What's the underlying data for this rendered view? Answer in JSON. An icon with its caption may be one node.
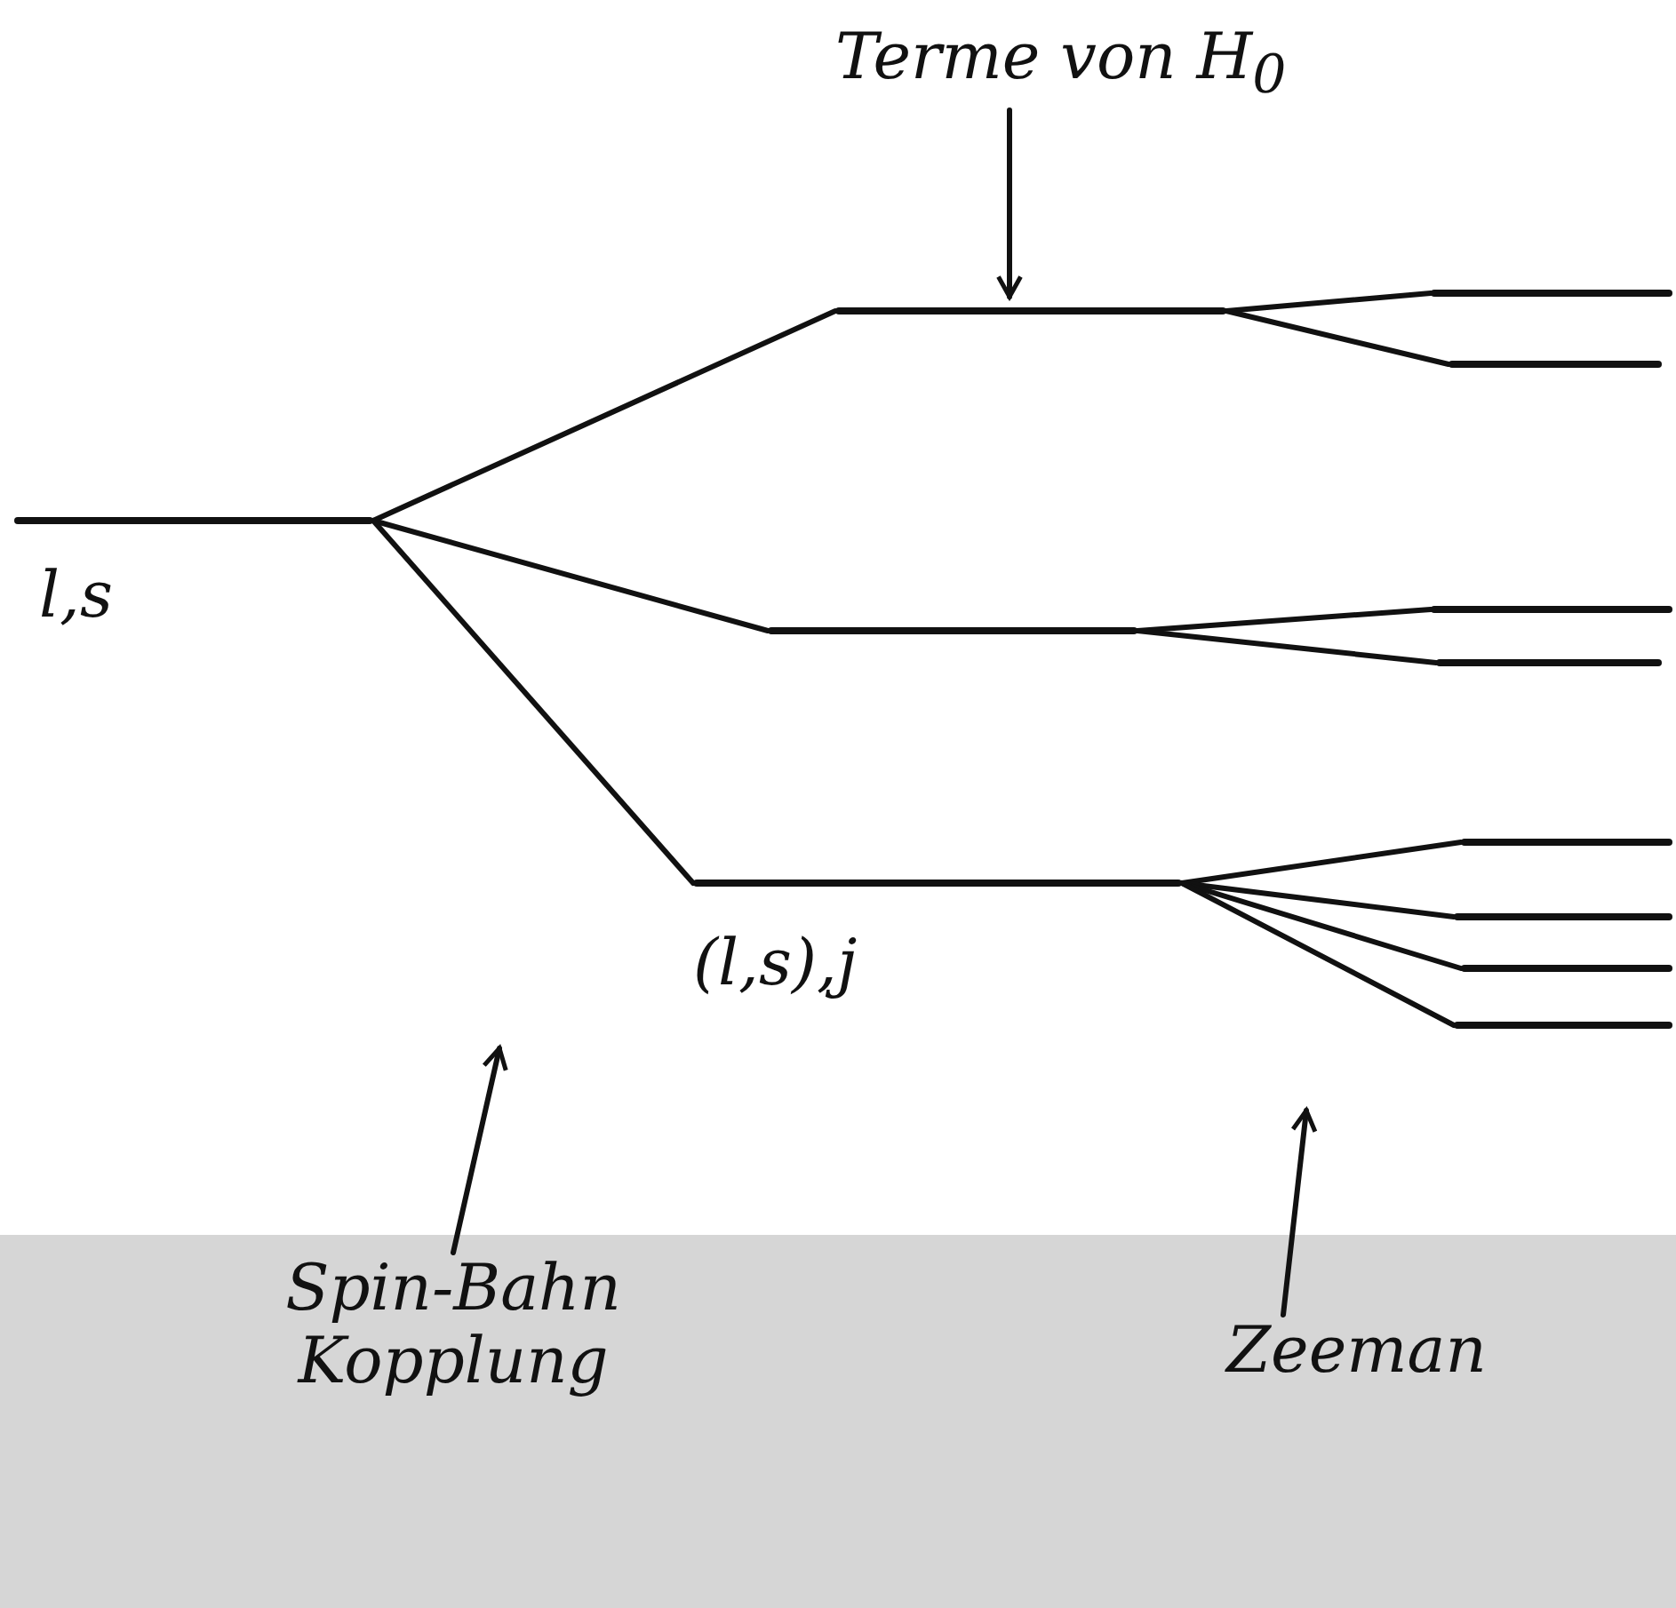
{
  "diagram": {
    "nodes": [
      {
        "text": [],
        "shape": "bar",
        "beside": [
          "l,s"
        ]
      },
      {
        "text": [],
        "shape": "bar"
      },
      {
        "text": [],
        "shape": "bar"
      },
      {
        "text": [],
        "shape": "bar",
        "beside": [
          "(l,s),j"
        ]
      },
      {
        "text": [],
        "shape": "bar"
      },
      {
        "text": [],
        "shape": "bar"
      },
      {
        "text": [],
        "shape": "bar"
      },
      {
        "text": [],
        "shape": "bar"
      },
      {
        "text": [],
        "shape": "bar"
      },
      {
        "text": [],
        "shape": "bar"
      },
      {
        "text": [],
        "shape": "bar"
      },
      {
        "text": [],
        "shape": "bar"
      },
      {
        "text": [
          "Terme von H$_{0}$"
        ]
      },
      {
        "text": [
          "Spin-Bahn Kopplung"
        ]
      },
      {
        "text": [
          "Zeeman"
        ]
      }
    ],
    "edges": [
      {
        "from": 0,
        "to": 1,
        "arrow": "none"
      },
      {
        "from": 0,
        "to": 2,
        "arrow": "none"
      },
      {
        "from": 0,
        "to": 3,
        "arrow": "none"
      },
      {
        "from": 1,
        "to": 4,
        "arrow": "none"
      },
      {
        "from": 1,
        "to": 5,
        "arrow": "none"
      },
      {
        "from": 2,
        "to": 6,
        "arrow": "none"
      },
      {
        "from": 2,
        "to": 7,
        "arrow": "none"
      },
      {
        "from": 3,
        "to": 8,
        "arrow": "none"
      },
      {
        "from": 3,
        "to": 9,
        "arrow": "none"
      },
      {
        "from": 3,
        "to": 10,
        "arrow": "none"
      },
      {
        "from": 3,
        "to": 11,
        "arrow": "none"
      },
      {
        "from": 12,
        "to": 1,
        "arrow": "to"
      },
      {
        "from": 13,
        "to": null,
        "arrow": "to"
      },
      {
        "from": 14,
        "to": null,
        "arrow": "to"
      }
    ]
  }
}
